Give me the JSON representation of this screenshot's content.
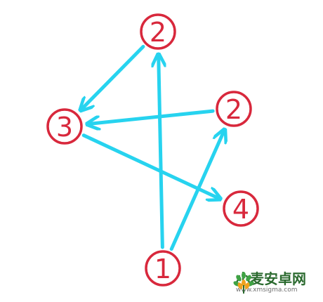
{
  "colors": {
    "circle_stroke": "#d8283c",
    "circle_fill": "#ffffff",
    "arrow": "#27d3ef",
    "watermark_green": "#2b6a2f"
  },
  "diagram": {
    "nodes": [
      {
        "id": "n2_top",
        "label": "2"
      },
      {
        "id": "n2_right",
        "label": "2"
      },
      {
        "id": "n3",
        "label": "3"
      },
      {
        "id": "n4",
        "label": "4"
      },
      {
        "id": "n1",
        "label": "1"
      }
    ],
    "edges": [
      {
        "from": "n1",
        "to": "n2_top"
      },
      {
        "from": "n2_top",
        "to": "n3"
      },
      {
        "from": "n1",
        "to": "n2_right"
      },
      {
        "from": "n2_right",
        "to": "n3"
      },
      {
        "from": "n3",
        "to": "n4"
      }
    ]
  },
  "watermark": {
    "title": "小麦安卓网",
    "url": "www.xmsigma.com",
    "icon": "wheat-logo-icon"
  }
}
